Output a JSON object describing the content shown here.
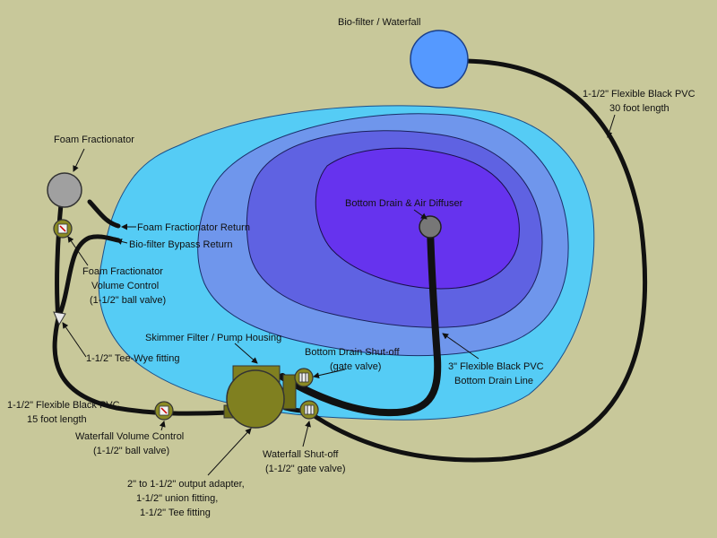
{
  "colors": {
    "background": "#c8c89a",
    "pond_shallow": "#55ccf5",
    "pond_mid": "#6f96ec",
    "pond_deep": "#5f62e2",
    "pond_deepest": "#6633ee",
    "biofilter": "#5599ff",
    "fractionator": "#a0a0a0",
    "drain": "#777777",
    "skimmer": "#808020",
    "valve": "#8a8a24",
    "pipe": "#111111"
  },
  "labels": {
    "biofilter": "Bio-filter / Waterfall",
    "pvc30_line1": "1-1/2\" Flexible Black PVC",
    "pvc30_line2": "30 foot length",
    "foam_fractionator": "Foam Fractionator",
    "ff_return": "Foam Fractionator Return",
    "bypass_return": "Bio-filter Bypass Return",
    "ff_volume_line1": "Foam Fractionator",
    "ff_volume_line2": "Volume Control",
    "ff_volume_line3": "(1-1/2\" ball valve)",
    "bottom_drain": "Bottom Drain & Air Diffuser",
    "skimmer": "Skimmer Filter / Pump Housing",
    "tee_wye": "1-1/2\" Tee-Wye fitting",
    "bd_shutoff_line1": "Bottom Drain Shut-off",
    "bd_shutoff_line2": "(gate valve)",
    "bd_line_line1": "3\" Flexible Black PVC",
    "bd_line_line2": "Bottom Drain Line",
    "pvc15_line1": "1-1/2\" Flexible Black PVC",
    "pvc15_line2": "15 foot length",
    "wf_volume_line1": "Waterfall Volume Control",
    "wf_volume_line2": "(1-1/2\" ball valve)",
    "wf_shutoff_line1": "Waterfall Shut-off",
    "wf_shutoff_line2": "(1-1/2\" gate valve)",
    "adapter_line1": "2\" to 1-1/2\" output adapter,",
    "adapter_line2": "1-1/2\" union fitting,",
    "adapter_line3": "1-1/2\" Tee fitting"
  }
}
